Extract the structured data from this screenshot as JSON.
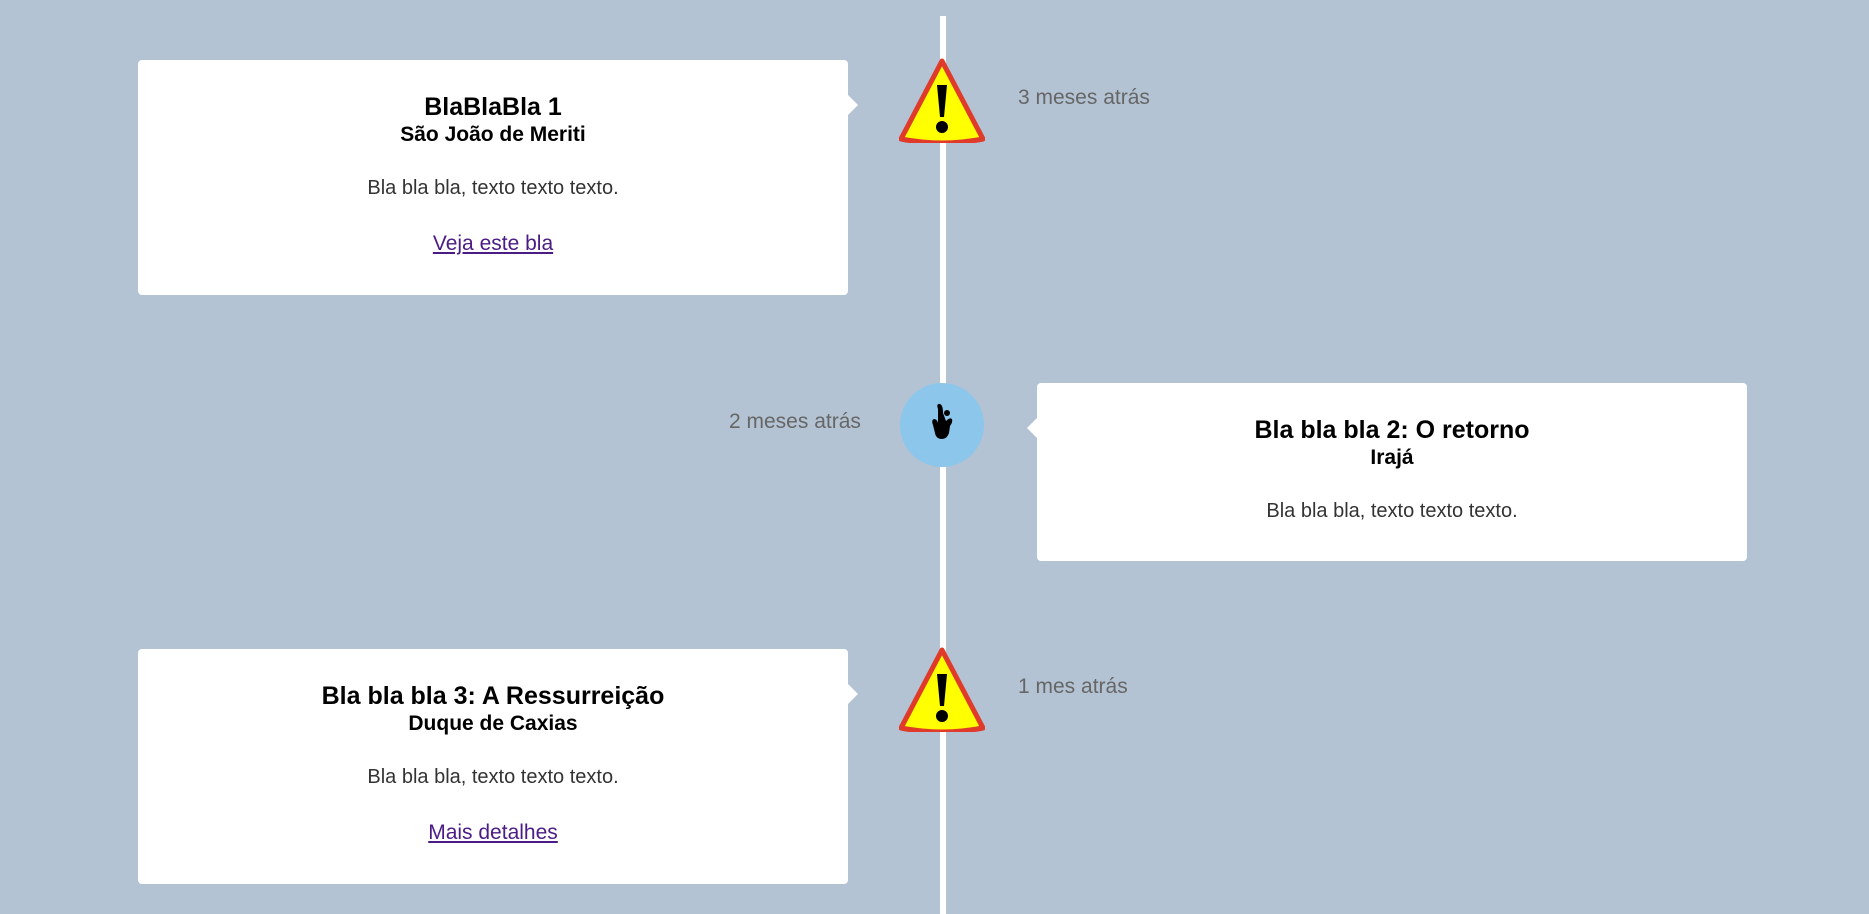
{
  "events": [
    {
      "title": "BlaBlaBla 1",
      "location": "São João de Meriti",
      "description": "Bla bla bla, texto texto texto.",
      "link": "Veja este bla",
      "time": "3 meses atrás",
      "icon": "warning-icon"
    },
    {
      "title": "Bla bla bla 2: O retorno",
      "location": "Irajá",
      "description": "Bla bla bla, texto texto texto.",
      "time": "2 meses atrás",
      "icon": "ok-hand-icon"
    },
    {
      "title": "Bla bla bla 3: A Ressurreição",
      "location": "Duque de Caxias",
      "description": "Bla bla bla, texto texto texto.",
      "link": "Mais detalhes",
      "time": "1 mes atrás",
      "icon": "warning-icon"
    }
  ],
  "colors": {
    "background": "#b3c3d3",
    "line": "#ffffff",
    "card": "#ffffff",
    "link": "#4b1b86",
    "time": "#666666",
    "marker_circle": "#8cc6eb",
    "warning_fill": "#ffff00",
    "warning_border": "#e03a2a"
  }
}
